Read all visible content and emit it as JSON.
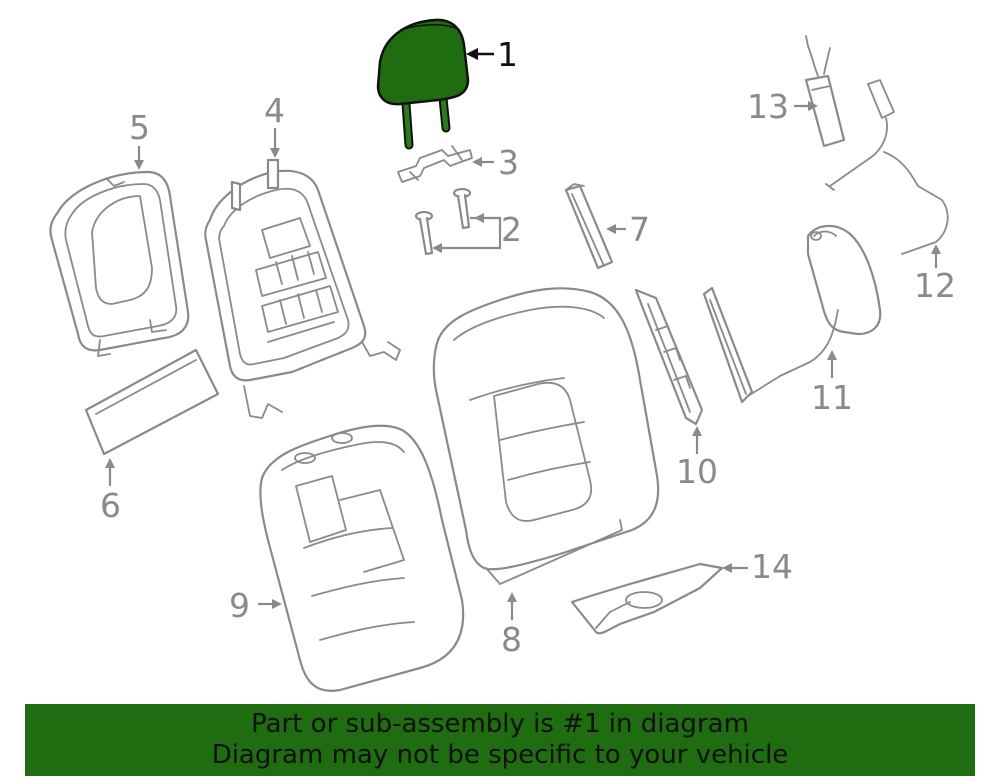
{
  "colors": {
    "highlight": "#1f6d10",
    "banner_bg": "#1f6d10",
    "banner_text": "#111111",
    "line": "#8a8a8a",
    "highlight_line": "#111111"
  },
  "callouts": {
    "c1": "1",
    "c2": "2",
    "c3": "3",
    "c4": "4",
    "c5": "5",
    "c6": "6",
    "c7": "7",
    "c8": "8",
    "c9": "9",
    "c10": "10",
    "c11": "11",
    "c12": "12",
    "c13": "13",
    "c14": "14"
  },
  "highlighted_part": "1",
  "banner": {
    "line1": "Part or sub-assembly is #1 in diagram",
    "line2": "Diagram may not be specific to your vehicle"
  }
}
